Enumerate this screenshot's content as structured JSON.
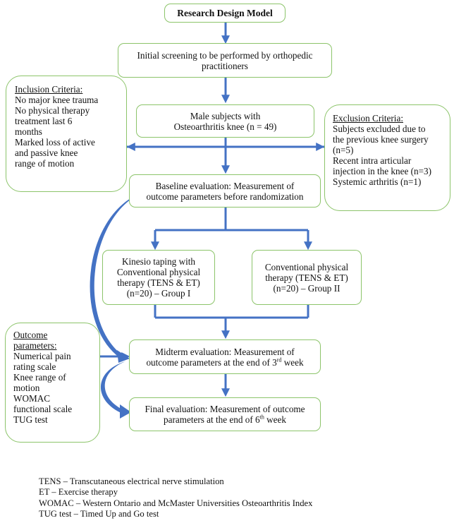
{
  "title": "Research Design Model",
  "screening": [
    "Initial screening to be performed by orthopedic",
    "practitioners"
  ],
  "subjects": [
    "Male subjects with",
    "Osteoarthritis knee (n = 49)"
  ],
  "inclusion": {
    "heading": "Inclusion Criteria:",
    "lines": [
      "No major knee trauma",
      "No physical therapy",
      "treatment last 6",
      "months",
      "Marked loss of active",
      "and passive knee",
      "range of motion"
    ]
  },
  "exclusion": {
    "heading": "Exclusion Criteria:",
    "lines": [
      "Subjects excluded due to",
      "the previous knee surgery",
      "(n=5)",
      "Recent intra articular",
      "injection in the knee (n=3)",
      "Systemic arthritis (n=1)"
    ]
  },
  "baseline": [
    "Baseline evaluation: Measurement of",
    "outcome parameters before randomization"
  ],
  "group1": [
    "Kinesio taping with",
    "Conventional physical",
    "therapy (TENS & ET)",
    "(n=20) – Group I"
  ],
  "group2": [
    "Conventional physical",
    "therapy (TENS & ET)",
    "(n=20) – Group II"
  ],
  "midterm": {
    "line1": "Midterm evaluation: Measurement of",
    "line2_pre": "outcome parameters at the end of 3",
    "line2_sup": "rd",
    "line2_post": " week"
  },
  "final": {
    "line1": "Final evaluation: Measurement of outcome",
    "line2_pre": "parameters at the end of 6",
    "line2_sup": "th",
    "line2_post": " week"
  },
  "outcome": {
    "heading": [
      "Outcome",
      "parameters:"
    ],
    "lines": [
      "Numerical pain",
      "rating scale",
      "Knee range of",
      "motion",
      "WOMAC",
      "functional scale",
      "TUG test"
    ]
  },
  "legend": [
    "TENS – Transcutaneous electrical nerve stimulation",
    "ET – Exercise therapy",
    "WOMAC – Western Ontario and McMaster Universities Osteoarthritis Index",
    "TUG test – Timed Up and Go test"
  ],
  "colors": {
    "box_border": "#8cc46a",
    "arrow": "#4472c4"
  }
}
